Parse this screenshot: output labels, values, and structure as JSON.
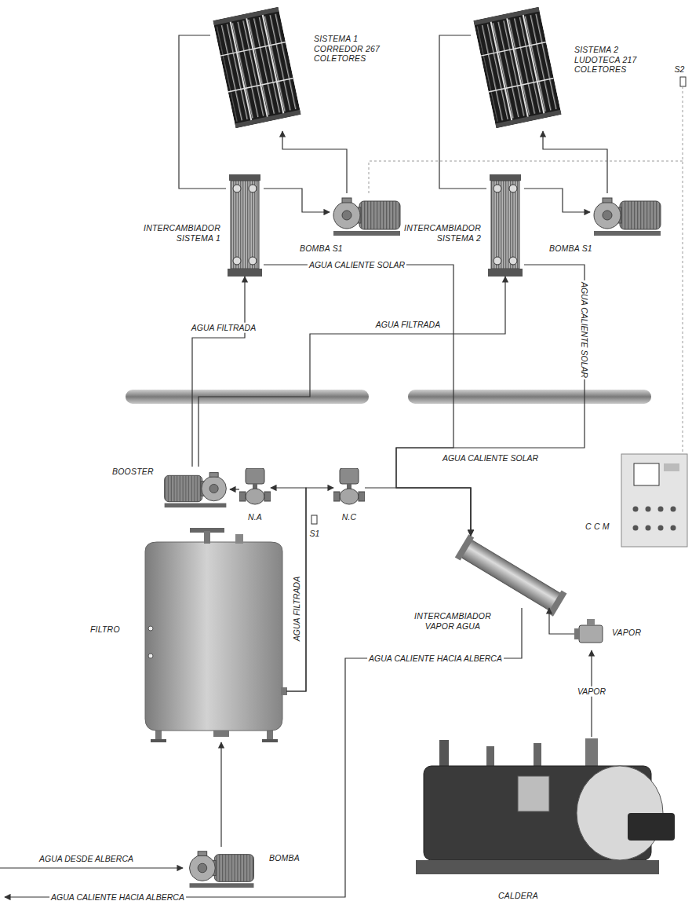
{
  "diagram": {
    "nodes": [
      {
        "text": [
          "SISTEMA 1 CORREDOR 267 COLETORES"
        ]
      },
      {
        "text": [
          "SISTEMA 2 LUDOTECA 217 COLETORES"
        ]
      },
      {
        "text": [
          "INTERCAMBIADOR SISTEMA 1"
        ]
      },
      {
        "text": [
          "BOMBA S1"
        ]
      },
      {
        "text": [
          "INTERCAMBIADOR SISTEMA 2"
        ]
      },
      {
        "text": [
          "BOMBA S1"
        ]
      },
      {
        "text": [
          "BOOSTER"
        ]
      },
      {
        "text": [
          "N.A"
        ]
      },
      {
        "text": [
          "N.C"
        ]
      },
      {
        "text": [
          "C C M"
        ]
      },
      {
        "text": [
          "FILTRO"
        ]
      },
      {
        "text": [
          "INTERCAMBIADOR VAPOR AGUA"
        ]
      },
      {
        "text": [
          "VAPOR"
        ]
      },
      {
        "text": [
          "BOMBA"
        ]
      },
      {
        "text": [
          "CALDERA"
        ]
      }
    ],
    "edges": [
      {
        "from": 0,
        "to": 2,
        "arrow": "none"
      },
      {
        "from": 2,
        "to": 3,
        "arrow": "to"
      },
      {
        "from": 3,
        "to": 0,
        "arrow": "to"
      },
      {
        "from": 1,
        "to": 4,
        "arrow": "none"
      },
      {
        "from": 4,
        "to": 5,
        "arrow": "to"
      },
      {
        "from": 5,
        "to": 1,
        "arrow": "to"
      },
      {
        "from": 13,
        "to": 10,
        "arrow": "to"
      },
      {
        "from": 10,
        "to": 7,
        "label": "AGUA FILTRADA",
        "arrow": "to"
      },
      {
        "from": 10,
        "to": 8,
        "arrow": "to"
      },
      {
        "from": 7,
        "to": 6,
        "arrow": "to"
      },
      {
        "from": 6,
        "to": 2,
        "label": "AGUA FILTRADA",
        "arrow": "to"
      },
      {
        "from": 6,
        "to": 4,
        "label": "AGUA FILTRADA",
        "arrow": "to"
      },
      {
        "from": 2,
        "to": 11,
        "label": "AGUA CALIENTE SOLAR",
        "arrow": "to"
      },
      {
        "from": 4,
        "to": 11,
        "label": "AGUA CALIENTE SOLAR",
        "arrow": "to"
      },
      {
        "from": 8,
        "to": 11,
        "arrow": "to"
      },
      {
        "from": 14,
        "to": 12,
        "label": "VAPOR",
        "arrow": "to"
      },
      {
        "from": 12,
        "to": 11,
        "arrow": "to"
      }
    ],
    "labels": [
      "S2",
      "AGUA CALIENTE SOLAR",
      "S1",
      "AGUA CALIENTE HACIA ALBERCA",
      "AGUA DESDE ALBERCA",
      "AGUA CALIENTE HACIA ALBERCA"
    ]
  }
}
